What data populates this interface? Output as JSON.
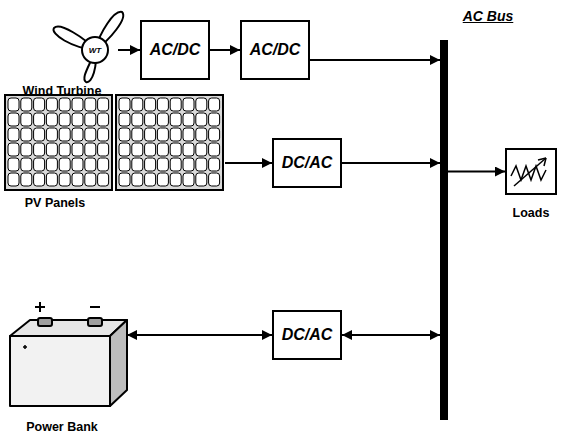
{
  "diagram": {
    "nodes": [
      {
        "text": [
          "WT",
          "Wind Turbine"
        ]
      },
      {
        "text": [
          "AC/DC"
        ]
      },
      {
        "text": [
          "AC/DC"
        ]
      },
      {
        "text": [
          "AC Bus"
        ]
      },
      {
        "text": [
          "PV Panels"
        ]
      },
      {
        "text": [
          "DC/AC"
        ]
      },
      {
        "text": [
          "Power Bank"
        ]
      },
      {
        "text": [
          "DC/AC"
        ]
      },
      {
        "text": [
          "Loads"
        ]
      }
    ],
    "edges": [
      {
        "from": 0,
        "to": 1,
        "arrow": "to"
      },
      {
        "from": 1,
        "to": 2,
        "arrow": "to"
      },
      {
        "from": 2,
        "to": 3,
        "arrow": "to"
      },
      {
        "from": 4,
        "to": 5,
        "arrow": "to"
      },
      {
        "from": 5,
        "to": 3,
        "arrow": "to"
      },
      {
        "from": 6,
        "to": 7,
        "arrow": "both"
      },
      {
        "from": 7,
        "to": 3,
        "arrow": "both"
      },
      {
        "from": 3,
        "to": 8,
        "arrow": "to"
      }
    ]
  }
}
